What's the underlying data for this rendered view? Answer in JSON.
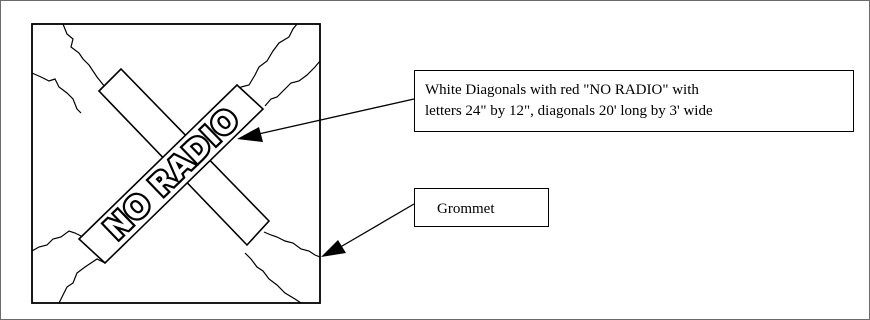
{
  "diagram": {
    "panel_label": "NO RADIO",
    "callouts": {
      "diagonals": {
        "line1": "White Diagonals with red \"NO RADIO\" with",
        "line2": "letters 24\" by 12\", diagonals 20' long by 3' wide"
      },
      "grommet": {
        "text": "Grommet"
      }
    }
  }
}
